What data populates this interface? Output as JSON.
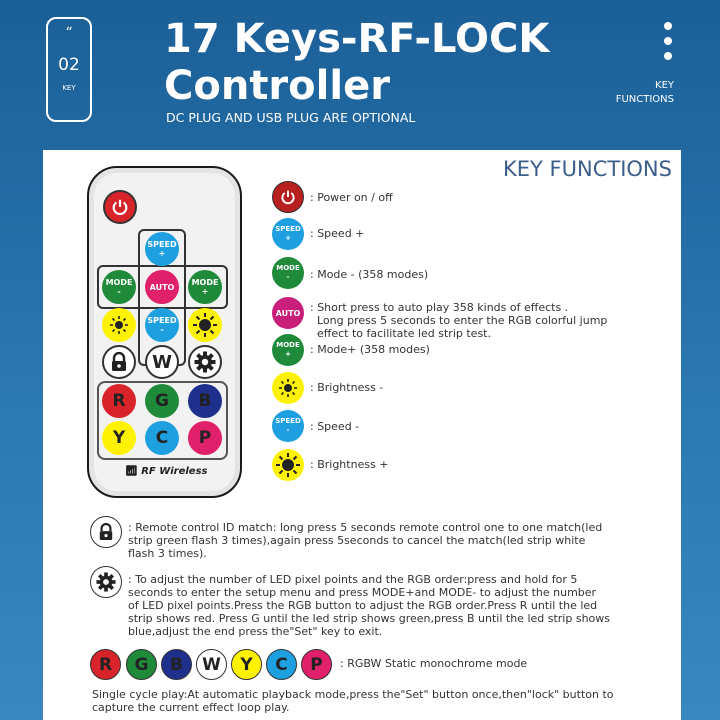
{
  "header": {
    "badge_quote": "“",
    "badge_number": "02",
    "badge_label": "KEY",
    "title_line1": "17 Keys-RF-LOCK",
    "title_line2": "Controller",
    "subtitle": "DC PLUG AND USB PLUG  ARE OPTIONAL",
    "key_functions_label": "KEY\nFUNCTIONS"
  },
  "panel": {
    "title": "KEY FUNCTIONS"
  },
  "remote": {
    "speed_label": "SPEED",
    "mode_label": "MODE",
    "auto_label": "AUTO",
    "plus": "+",
    "minus": "-",
    "w_label": "W",
    "r_label": "R",
    "g_label": "G",
    "b_label": "B",
    "y_label": "Y",
    "c_label": "C",
    "p_label": "P",
    "brand": "RF Wireless"
  },
  "legend": [
    {
      "icon": "power-icon",
      "text": ": Power on / off"
    },
    {
      "icon": "speed-plus-icon",
      "text": ": Speed +"
    },
    {
      "icon": "mode-minus-icon",
      "text": ": Mode - (358 modes)"
    },
    {
      "icon": "auto-icon",
      "text": ": Short press to auto play 358 kinds of effects .\n  Long press 5 seconds to enter the RGB colorful jump\n  effect to facilitate led strip test."
    },
    {
      "icon": "mode-plus-icon",
      "text": ": Mode+ (358 modes)"
    },
    {
      "icon": "brightness-minus-icon",
      "text": ": Brightness -"
    },
    {
      "icon": "speed-minus-icon",
      "text": ": Speed -"
    },
    {
      "icon": "brightness-plus-icon",
      "text": ": Brightness +"
    }
  ],
  "lock_text": ": Remote control ID match: long press 5 seconds remote control one to one match(led\nstrip green flash 3 times),again press 5seconds to cancel the match(led strip white\nflash 3 times).",
  "gear_text": ": To adjust the number of LED pixel points and the RGB order:press and hold for 5\nseconds to enter the setup menu and press MODE+and MODE- to adjust the number\nof LED pixel points.Press the RGB button to adjust the RGB order.Press R until the led\nstrip shows red. Press G until the led strip shows green,press B until the led strip shows\nblue,adjust the end press the\"Set\" key to exit.",
  "colors_row": {
    "labels": [
      "R",
      "G",
      "B",
      "W",
      "Y",
      "C",
      "P"
    ],
    "text": ": RGBW Static monochrome mode"
  },
  "footer_text": "Single cycle play:At automatic playback mode,press the\"Set\" button once,then\"lock\" button to\ncapture the current effect loop play.",
  "colors": {
    "red": "#d8232a",
    "green": "#1f8a3a",
    "blue": "#1e2f8c",
    "yellow": "#fff200",
    "cyan": "#1e9fe0",
    "pink": "#e0206a",
    "magenta": "#c8207a"
  }
}
